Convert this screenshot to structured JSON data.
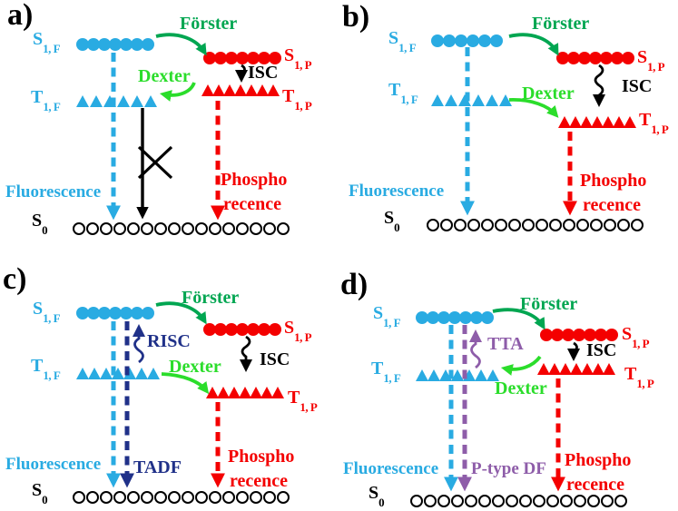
{
  "colors": {
    "blue": "#29ABE2",
    "red": "#F40000",
    "darkGreen": "#00A651",
    "brightGreen": "#2BDD2B",
    "navy": "#203189",
    "purple": "#8E5DA9",
    "black": "#000000",
    "background": "#FFFFFF"
  },
  "panels": [
    {
      "label": "a)",
      "states": {
        "s1f": {
          "main": "S",
          "sub": "1, F"
        },
        "t1f": {
          "main": "T",
          "sub": "1, F"
        },
        "s1p": {
          "main": "S",
          "sub": "1, P"
        },
        "t1p": {
          "main": "T",
          "sub": "1, P"
        },
        "s0": {
          "main": "S",
          "sub": "0"
        }
      },
      "processes": {
        "forster": "Förster",
        "dexter": "Dexter",
        "isc": "ISC",
        "fluorescence": "Fluorescence",
        "phospho1": "Phospho",
        "phospho2": "recence"
      },
      "notes": {
        "t1f_decay_crossed_out": true
      },
      "rows": {
        "s1f": {
          "kind": "dot",
          "count": 7,
          "color": "blue",
          "size": 14,
          "step": 12
        },
        "s1p": {
          "kind": "dot",
          "count": 7,
          "color": "red",
          "size": 14,
          "step": 12
        },
        "t1f": {
          "kind": "tri",
          "count": 6,
          "color": "blue",
          "size": 14,
          "step": 15
        },
        "t1p": {
          "kind": "tri",
          "count": 7,
          "color": "red",
          "size": 14,
          "step": 12
        },
        "s0": {
          "kind": "ring",
          "count": 16,
          "color": "black",
          "size": 14,
          "step": 15
        }
      }
    },
    {
      "label": "b)",
      "states": {
        "s1f": {
          "main": "S",
          "sub": "1, F"
        },
        "t1f": {
          "main": "T",
          "sub": "1, F"
        },
        "s1p": {
          "main": "S",
          "sub": "1, P"
        },
        "t1p": {
          "main": "T",
          "sub": "1, P"
        },
        "s0": {
          "main": "S",
          "sub": "0"
        }
      },
      "processes": {
        "forster": "Förster",
        "dexter": "Dexter",
        "isc": "ISC",
        "fluorescence": "Fluorescence",
        "phospho1": "Phospho",
        "phospho2": "recence"
      },
      "rows": {
        "s1f": {
          "kind": "dot",
          "count": 6,
          "color": "blue",
          "size": 14,
          "step": 13
        },
        "s1p": {
          "kind": "dot",
          "count": 7,
          "color": "red",
          "size": 14,
          "step": 12
        },
        "t1f": {
          "kind": "tri",
          "count": 6,
          "color": "blue",
          "size": 14,
          "step": 15
        },
        "t1p": {
          "kind": "tri",
          "count": 7,
          "color": "red",
          "size": 14,
          "step": 12
        },
        "s0": {
          "kind": "ring",
          "count": 16,
          "color": "black",
          "size": 14,
          "step": 15
        }
      }
    },
    {
      "label": "c)",
      "states": {
        "s1f": {
          "main": "S",
          "sub": "1, F"
        },
        "t1f": {
          "main": "T",
          "sub": "1, F"
        },
        "s1p": {
          "main": "S",
          "sub": "1, P"
        },
        "t1p": {
          "main": "T",
          "sub": "1, P"
        },
        "s0": {
          "main": "S",
          "sub": "0"
        }
      },
      "processes": {
        "forster": "Förster",
        "dexter": "Dexter",
        "isc": "ISC",
        "risc": "RISC",
        "tadf": "TADF",
        "fluorescence": "Fluorescence",
        "phospho1": "Phospho",
        "phospho2": "recence"
      },
      "rows": {
        "s1f": {
          "kind": "dot",
          "count": 7,
          "color": "blue",
          "size": 14,
          "step": 12
        },
        "s1p": {
          "kind": "dot",
          "count": 7,
          "color": "red",
          "size": 14,
          "step": 12
        },
        "t1f": {
          "kind": "tri",
          "count": 7,
          "color": "blue",
          "size": 14,
          "step": 13
        },
        "t1p": {
          "kind": "tri",
          "count": 7,
          "color": "red",
          "size": 14,
          "step": 12
        },
        "s0": {
          "kind": "ring",
          "count": 16,
          "color": "black",
          "size": 14,
          "step": 15
        }
      }
    },
    {
      "label": "d)",
      "states": {
        "s1f": {
          "main": "S",
          "sub": "1, F"
        },
        "t1f": {
          "main": "T",
          "sub": "1, F"
        },
        "s1p": {
          "main": "S",
          "sub": "1, P"
        },
        "t1p": {
          "main": "T",
          "sub": "1, P"
        },
        "s0": {
          "main": "S",
          "sub": "0"
        }
      },
      "processes": {
        "forster": "Förster",
        "dexter": "Dexter",
        "isc": "ISC",
        "tta": "TTA",
        "ptypedf": "P-type DF",
        "fluorescence": "Fluorescence",
        "phospho1": "Phospho",
        "phospho2": "recence"
      },
      "rows": {
        "s1f": {
          "kind": "dot",
          "count": 7,
          "color": "blue",
          "size": 14,
          "step": 12
        },
        "s1p": {
          "kind": "dot",
          "count": 7,
          "color": "red",
          "size": 14,
          "step": 12
        },
        "t1f": {
          "kind": "tri",
          "count": 7,
          "color": "blue",
          "size": 14,
          "step": 13
        },
        "t1p": {
          "kind": "tri",
          "count": 7,
          "color": "red",
          "size": 14,
          "step": 12
        },
        "s0": {
          "kind": "ring",
          "count": 16,
          "color": "black",
          "size": 14,
          "step": 15
        }
      }
    }
  ]
}
